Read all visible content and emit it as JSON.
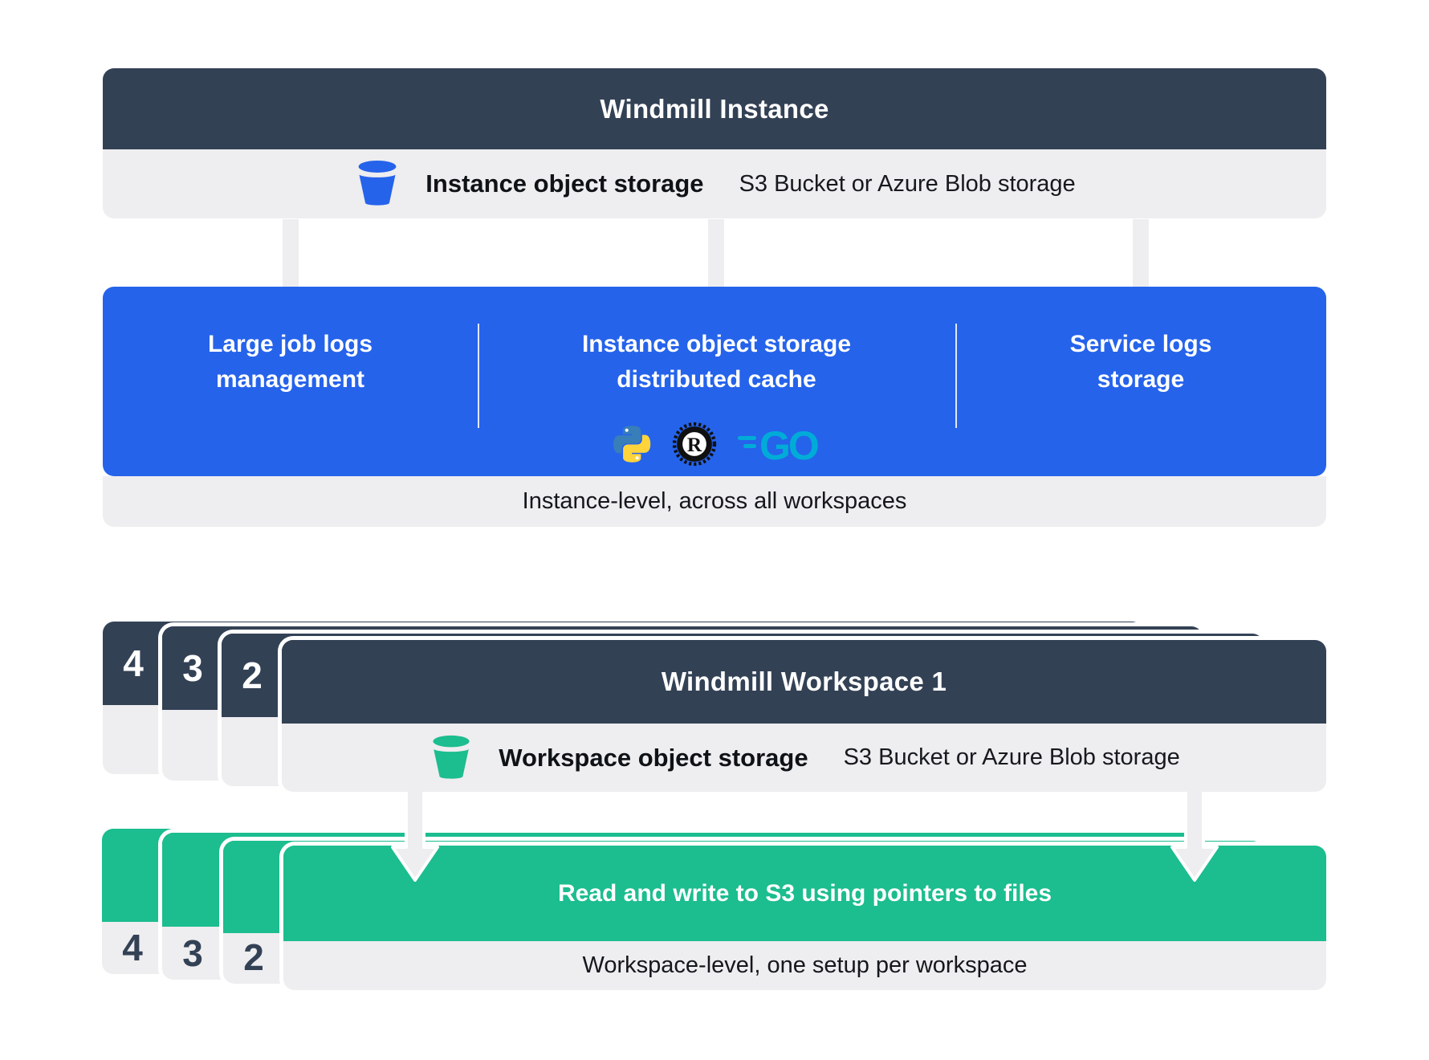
{
  "colors": {
    "dark_header": "#334155",
    "accent_blue": "#2563eb",
    "accent_green": "#1cbd8f",
    "bar_gray": "#eeedef",
    "python_blue": "#387eb8",
    "python_yellow": "#ffd43b",
    "rust_black": "#101010",
    "go_cyan": "#00acd7"
  },
  "instance": {
    "title": "Windmill Instance",
    "storage_label": "Instance object storage",
    "storage_sub": "S3 Bucket or Azure Blob storage",
    "features": [
      {
        "label": "Large job logs\nmanagement"
      },
      {
        "label": "Instance object storage\ndistributed cache",
        "language_icons": [
          "python-logo",
          "rust-logo",
          "go-logo"
        ]
      },
      {
        "label": "Service logs\nstorage"
      }
    ],
    "footer": "Instance-level, across all workspaces"
  },
  "workspace": {
    "stack_numbers": [
      "4",
      "3",
      "2"
    ],
    "title": "Windmill Workspace 1",
    "storage_label": "Workspace object storage",
    "storage_sub": "S3 Bucket or Azure Blob storage"
  },
  "workspace_storage": {
    "stack_numbers": [
      "4",
      "3",
      "2"
    ],
    "title": "Read and write to S3 using pointers to files",
    "footer": "Workspace-level, one setup per workspace"
  }
}
